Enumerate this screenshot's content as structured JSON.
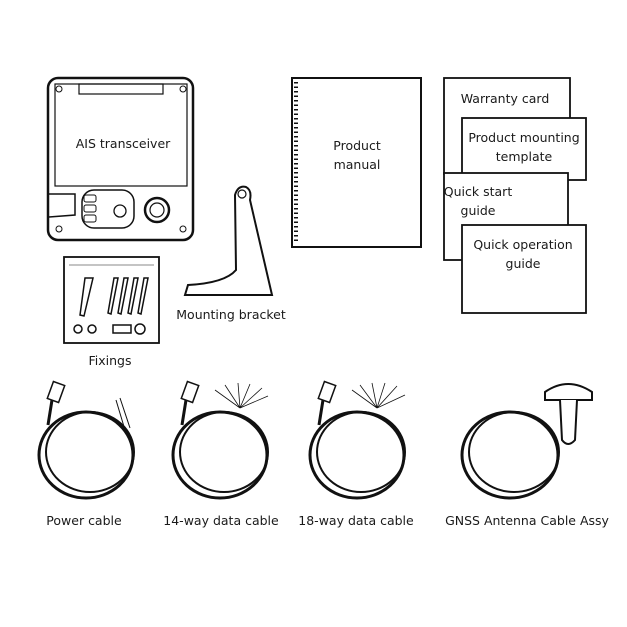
{
  "title": "Package contents",
  "items": {
    "ais_transceiver": "AIS transceiver",
    "fixings": "Fixings",
    "mounting_bracket": "Mounting bracket",
    "product_manual_1": "Product",
    "product_manual_2": "manual",
    "warranty_card": "Warranty card",
    "mounting_template_1": "Product mounting",
    "mounting_template_2": "template",
    "quick_start_1": "Quick start",
    "quick_start_2": "guide",
    "quick_operation_1": "Quick operation",
    "quick_operation_2": "guide",
    "power_cable": "Power cable",
    "data_cable_14": "14-way data cable",
    "data_cable_18": "18-way data cable",
    "gnss_antenna": "GNSS Antenna Cable Assy"
  }
}
